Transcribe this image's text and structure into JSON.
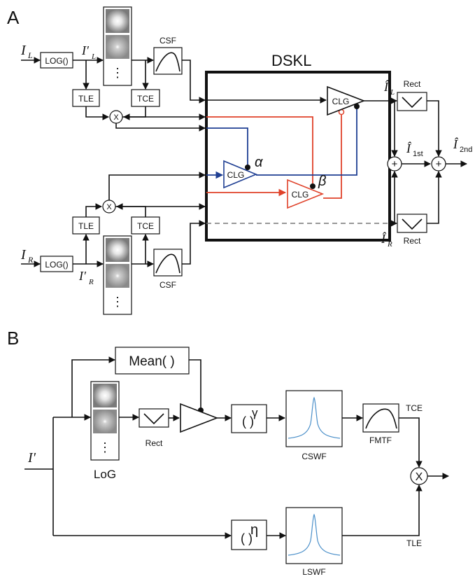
{
  "panel_a": {
    "label": "A",
    "dskl_title": "DSKL",
    "input_left": "I",
    "input_left_sub": "L",
    "input_right": "I",
    "input_right_sub": "R",
    "log_label": "LOG()",
    "prime_left": "I′",
    "prime_left_sub": "L",
    "prime_right": "I′",
    "prime_right_sub": "R",
    "csf_label": "CSF",
    "tle_label": "TLE",
    "tce_label": "TCE",
    "mult_symbol": "X",
    "clg_label": "CLG",
    "alpha": "α",
    "beta": "β",
    "rect_label": "Rect",
    "out_left": "Î",
    "out_left_sub": "L",
    "out_right": "Î",
    "out_right_sub": "R",
    "out_first": "Î",
    "out_first_sub": "1st",
    "out_second": "Î",
    "out_second_sub": "2nd",
    "plus": "+",
    "dots": "⋮"
  },
  "panel_b": {
    "label": "B",
    "mean_label": "Mean( )",
    "input_label": "I′",
    "log_label": "LoG",
    "rect_label": "Rect",
    "gamma_label": "( )",
    "gamma_sup": "γ",
    "eta_label": "( )",
    "eta_sup": "η",
    "cswf_label": "CSWF",
    "lswf_label": "LSWF",
    "fmtf_label": "FMTF",
    "tce_label": "TCE",
    "tle_label": "TLE",
    "mult_symbol": "X",
    "dots": "⋮"
  }
}
